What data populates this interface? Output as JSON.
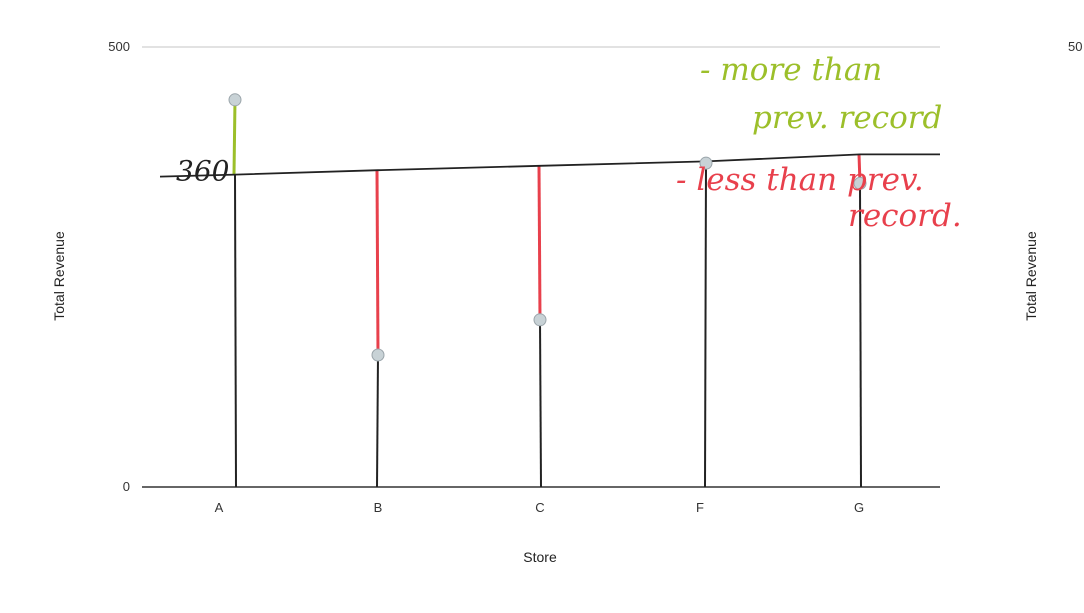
{
  "chart_data": {
    "type": "scatter",
    "categories": [
      "A",
      "B",
      "C",
      "F",
      "G"
    ],
    "values": [
      440,
      150,
      190,
      368,
      345
    ],
    "reference_line": {
      "label": "360",
      "values": [
        355,
        360,
        365,
        370,
        378
      ]
    },
    "xlabel": "Store",
    "ylabel": "Total Revenue",
    "ylim": [
      0,
      500
    ],
    "ytick_labels": [
      "500",
      "0"
    ],
    "annotations": {
      "above": "- more than",
      "above_2": "prev. record",
      "below": "- less than prev.",
      "below_2": "record."
    },
    "right_panel": {
      "ylabel": "Total Revenue",
      "ytick_top": "50"
    },
    "colors": {
      "above": "#9cbf2a",
      "below": "#e8404c",
      "marker": "#c8d2d6",
      "line": "#222222"
    }
  }
}
